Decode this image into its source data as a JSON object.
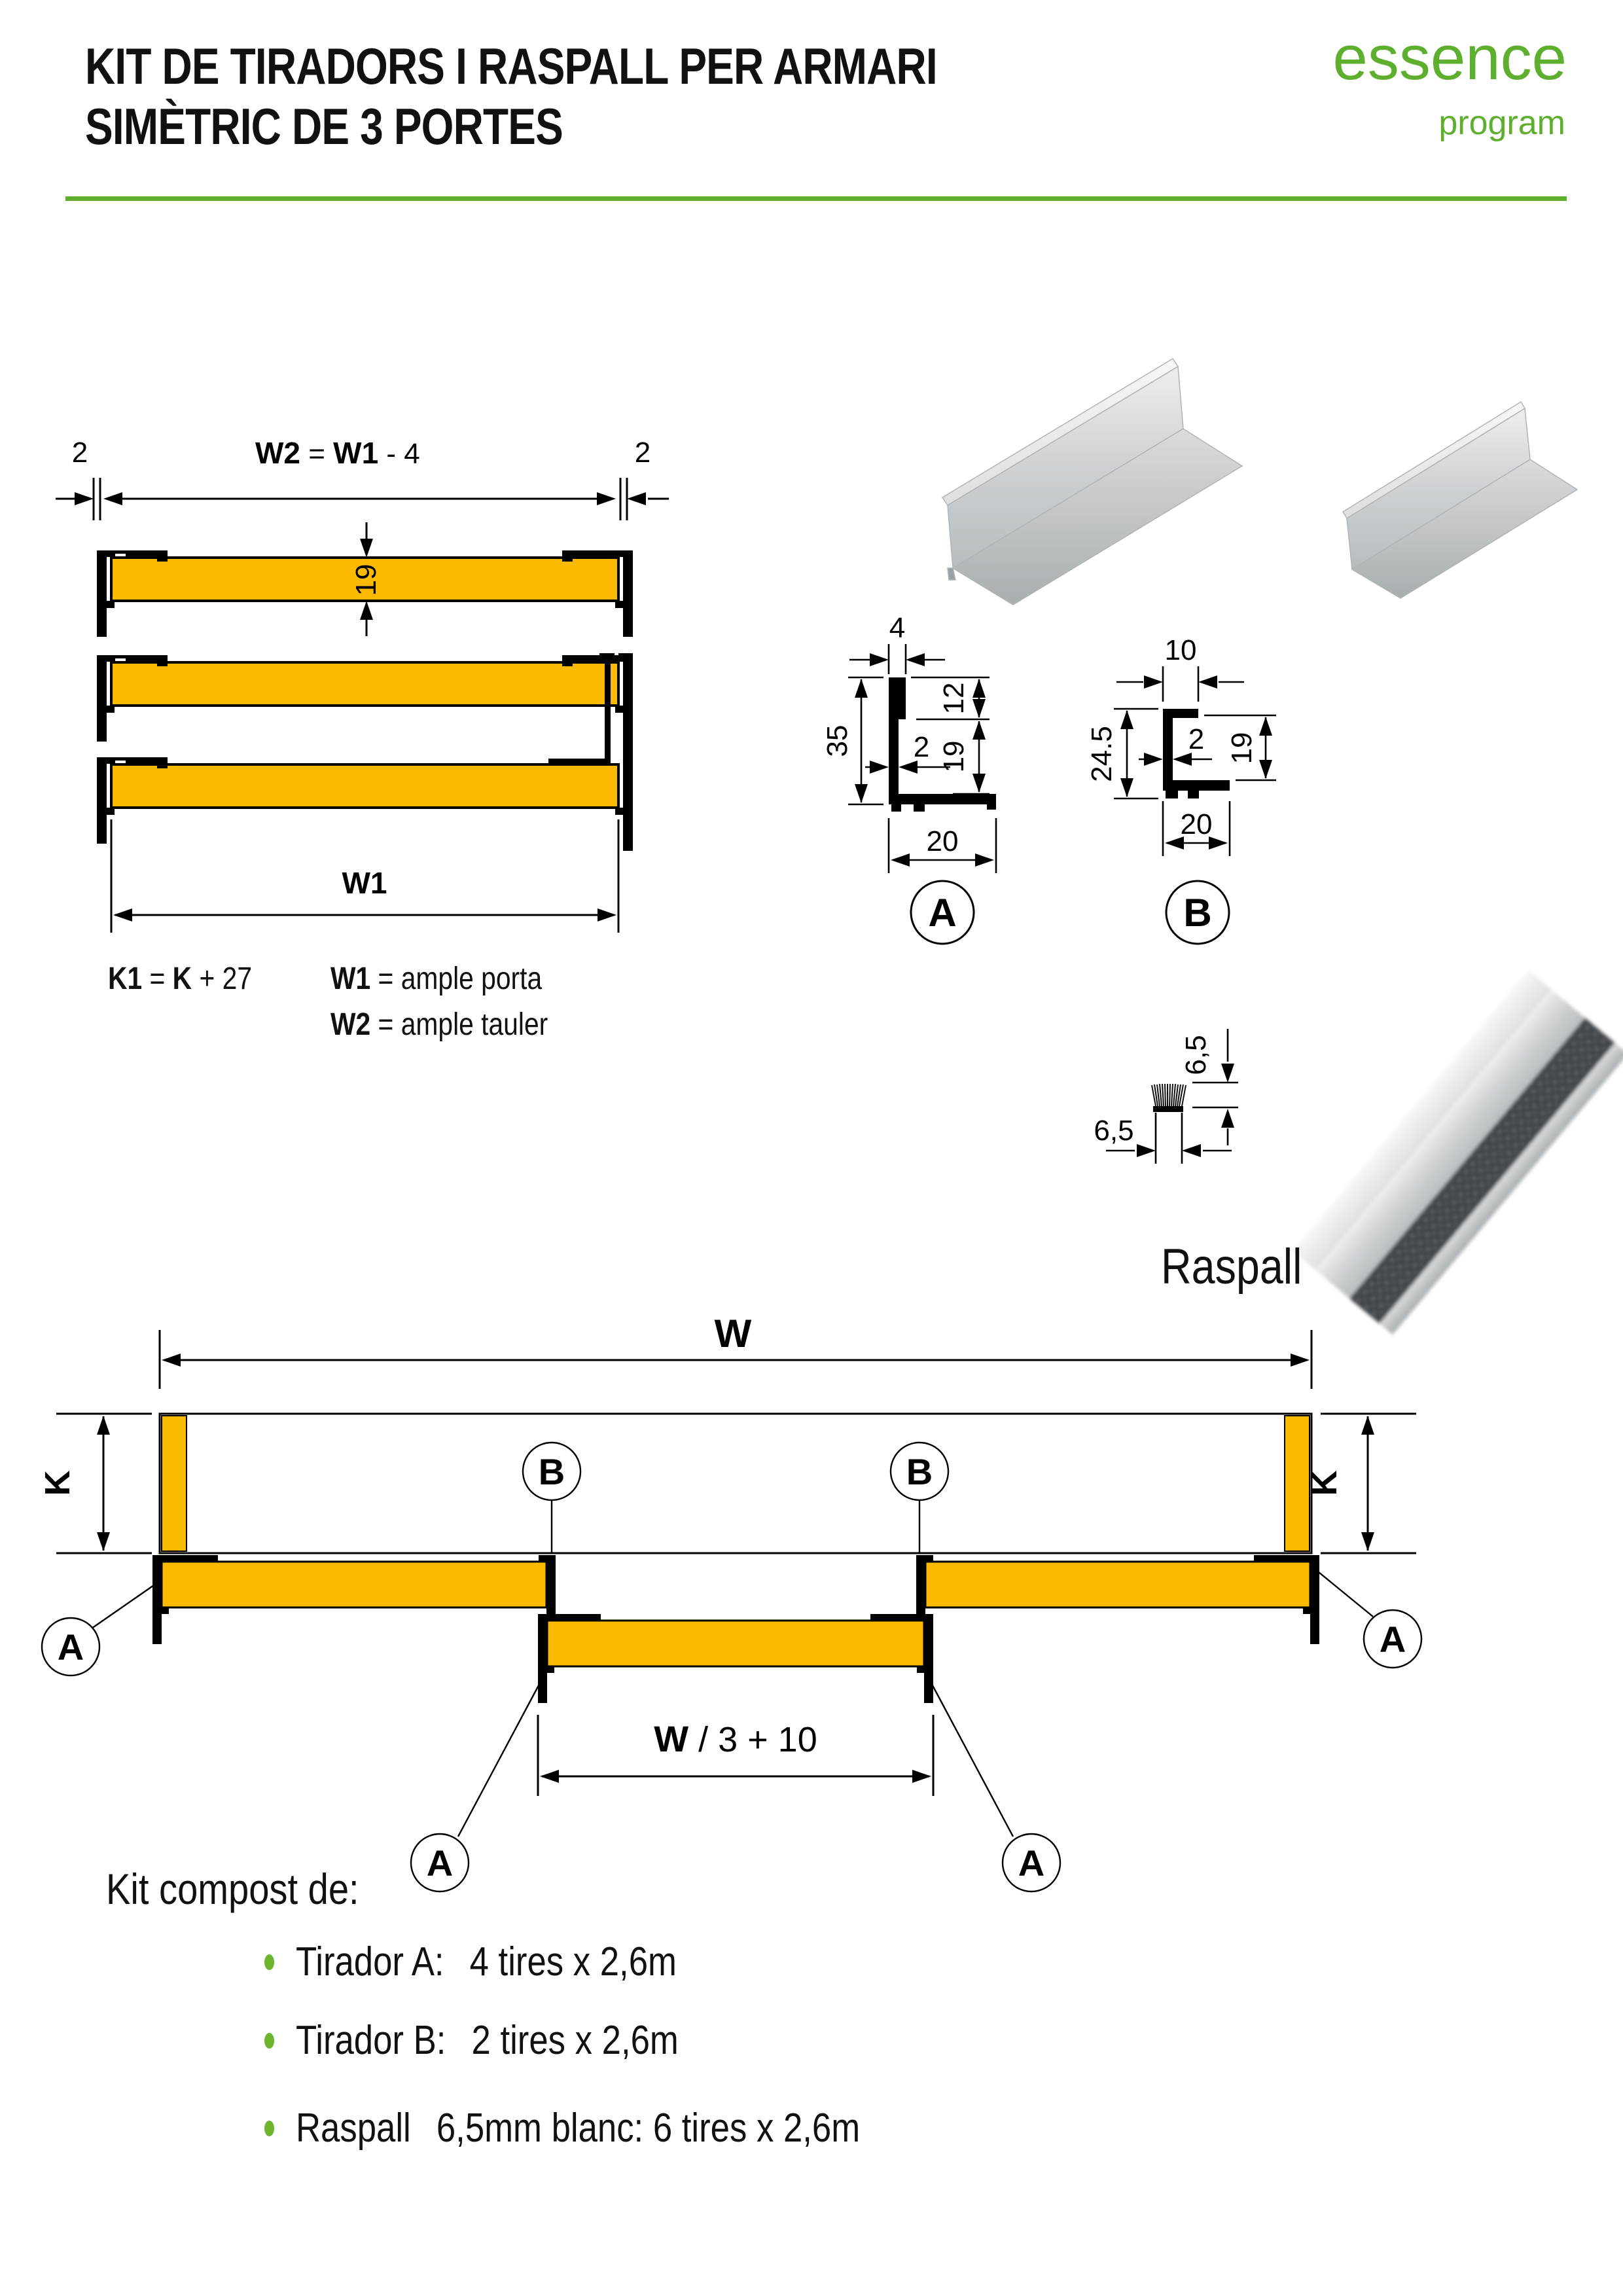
{
  "page": {
    "accent_green": "#5FAF2E",
    "accent_yellow": "#FBB900"
  },
  "header": {
    "title_line1": "KIT DE TIRADORS I RASPALL PER ARMARI",
    "title_line2": "SIMÈTRIC DE 3 PORTES",
    "brand": "essence",
    "brand_sub": "program"
  },
  "left_diagram": {
    "gap_left": "2",
    "gap_right": "2",
    "f_w2": "W2",
    "f_eq": " = ",
    "f_w1": "W1",
    "f_minus": " - 4",
    "thickness": "19",
    "width_label": "W1",
    "k1_bold": "K1",
    "k1_eq": " = ",
    "k_bold": "K",
    "k_rest": " + 27",
    "w1_bold": "W1",
    "w1_def": " = ample porta",
    "w2_bold": "W2",
    "w2_def": " = ample tauler"
  },
  "section_a": {
    "label": "A",
    "dim_top": "4",
    "dim_left": "35",
    "dim_right_top": "12",
    "dim_right_bottom": "19",
    "dim_inner": "2",
    "dim_bottom": "20"
  },
  "section_b": {
    "label": "B",
    "dim_top": "10",
    "dim_left": "24.5",
    "dim_right": "19",
    "dim_inner": "2",
    "dim_bottom": "20"
  },
  "raspall": {
    "dim_v": "6,5",
    "dim_h": "6,5",
    "caption": "Raspall"
  },
  "cabinet": {
    "width_label": "W",
    "k_left": "K",
    "k_right": "K",
    "b_left": "B",
    "b_right": "B",
    "a_far_left": "A",
    "a_center_left": "A",
    "a_center_right": "A",
    "a_far_right": "A",
    "mid_w_bold": "W",
    "mid_w_rest": " / 3 + 10"
  },
  "kit": {
    "heading": "Kit compost de:",
    "items": [
      {
        "name": "Tirador A:",
        "spec": "4 tires x 2,6m"
      },
      {
        "name": "Tirador B:",
        "spec": "2 tires x 2,6m"
      },
      {
        "name": "Raspall",
        "spec": "6,5mm blanc: 6 tires x 2,6m"
      }
    ]
  }
}
